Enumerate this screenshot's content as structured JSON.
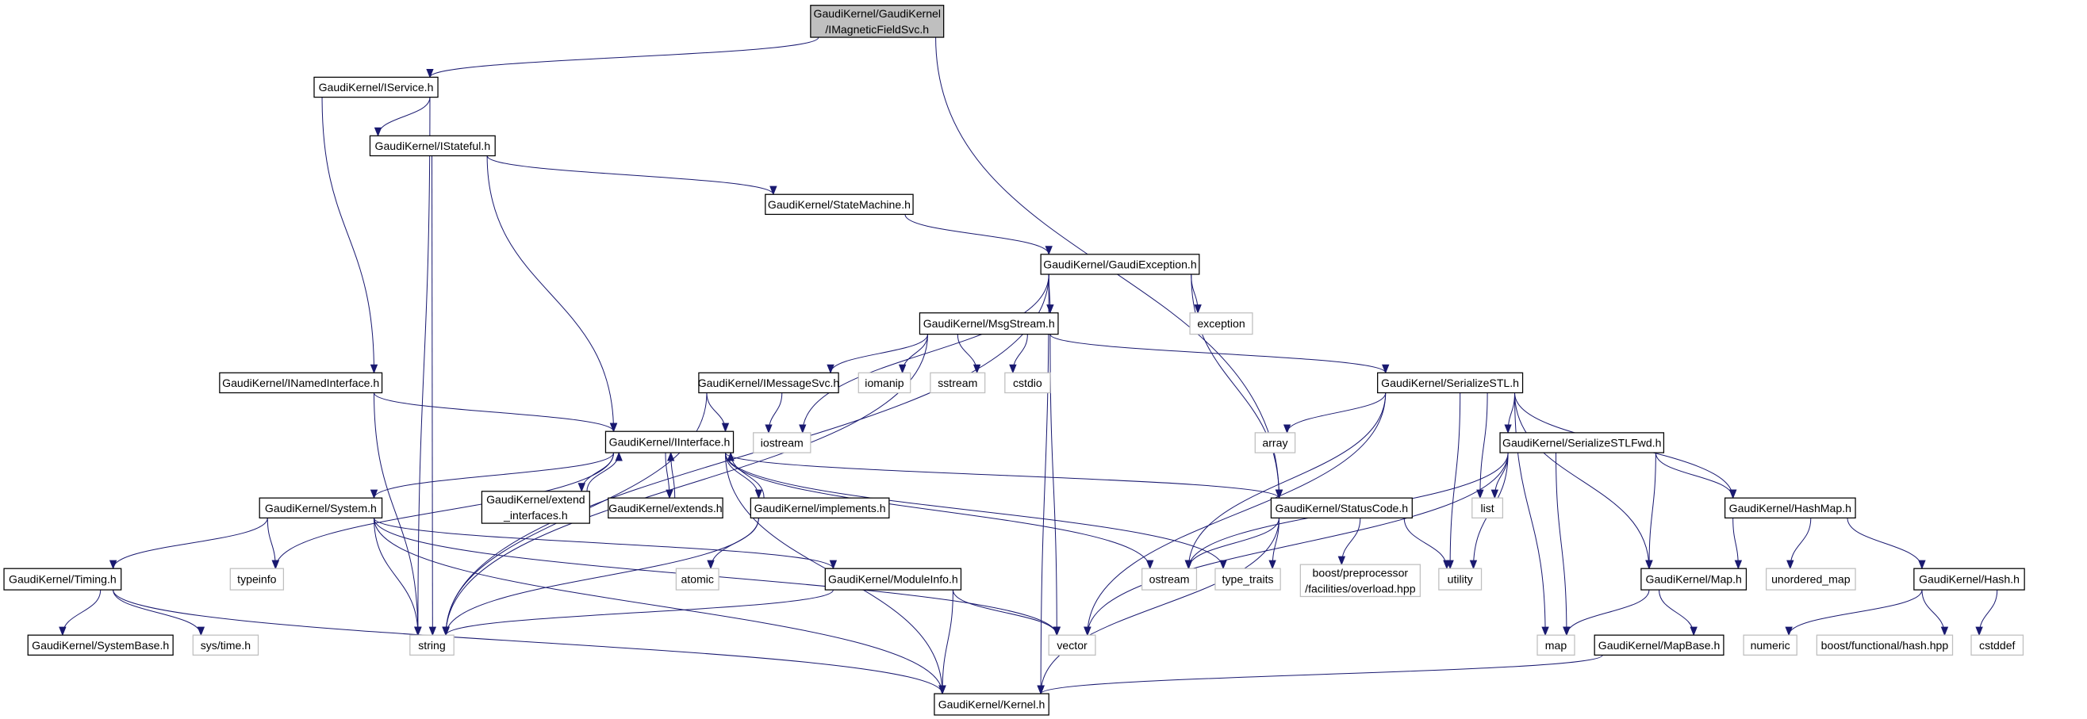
{
  "title_node": "root",
  "colors": {
    "edge": "#191970",
    "root_fill": "#bfbfbf",
    "internal_border": "#000000",
    "external_border": "#bfbfbf"
  },
  "nodes": [
    {
      "id": "root",
      "lines": [
        "GaudiKernel/GaudiKernel",
        "/IMagneticFieldSvc.h"
      ],
      "kind": "root"
    },
    {
      "id": "iservice",
      "lines": [
        "GaudiKernel/IService.h"
      ],
      "kind": "internal"
    },
    {
      "id": "istateful",
      "lines": [
        "GaudiKernel/IStateful.h"
      ],
      "kind": "internal"
    },
    {
      "id": "statemachine",
      "lines": [
        "GaudiKernel/StateMachine.h"
      ],
      "kind": "internal"
    },
    {
      "id": "gaudiexception",
      "lines": [
        "GaudiKernel/GaudiException.h"
      ],
      "kind": "internal"
    },
    {
      "id": "msgstream",
      "lines": [
        "GaudiKernel/MsgStream.h"
      ],
      "kind": "internal"
    },
    {
      "id": "exception",
      "lines": [
        "exception"
      ],
      "kind": "external"
    },
    {
      "id": "inamedinterface",
      "lines": [
        "GaudiKernel/INamedInterface.h"
      ],
      "kind": "internal"
    },
    {
      "id": "imessagesvc",
      "lines": [
        "GaudiKernel/IMessageSvc.h"
      ],
      "kind": "internal"
    },
    {
      "id": "iomanip",
      "lines": [
        "iomanip"
      ],
      "kind": "external"
    },
    {
      "id": "sstream",
      "lines": [
        "sstream"
      ],
      "kind": "external"
    },
    {
      "id": "cstdio",
      "lines": [
        "cstdio"
      ],
      "kind": "external"
    },
    {
      "id": "serializestl",
      "lines": [
        "GaudiKernel/SerializeSTL.h"
      ],
      "kind": "internal"
    },
    {
      "id": "iinterface",
      "lines": [
        "GaudiKernel/IInterface.h"
      ],
      "kind": "internal"
    },
    {
      "id": "iostream",
      "lines": [
        "iostream"
      ],
      "kind": "external"
    },
    {
      "id": "array",
      "lines": [
        "array"
      ],
      "kind": "external"
    },
    {
      "id": "serializestlfwd",
      "lines": [
        "GaudiKernel/SerializeSTLFwd.h"
      ],
      "kind": "internal"
    },
    {
      "id": "system",
      "lines": [
        "GaudiKernel/System.h"
      ],
      "kind": "internal"
    },
    {
      "id": "extend_interfaces",
      "lines": [
        "GaudiKernel/extend",
        "_interfaces.h"
      ],
      "kind": "internal"
    },
    {
      "id": "extends",
      "lines": [
        "GaudiKernel/extends.h"
      ],
      "kind": "internal"
    },
    {
      "id": "implements",
      "lines": [
        "GaudiKernel/implements.h"
      ],
      "kind": "internal"
    },
    {
      "id": "statuscode",
      "lines": [
        "GaudiKernel/StatusCode.h"
      ],
      "kind": "internal"
    },
    {
      "id": "list",
      "lines": [
        "list"
      ],
      "kind": "external"
    },
    {
      "id": "hashmap",
      "lines": [
        "GaudiKernel/HashMap.h"
      ],
      "kind": "internal"
    },
    {
      "id": "timing",
      "lines": [
        "GaudiKernel/Timing.h"
      ],
      "kind": "internal"
    },
    {
      "id": "typeinfo",
      "lines": [
        "typeinfo"
      ],
      "kind": "external"
    },
    {
      "id": "atomic",
      "lines": [
        "atomic"
      ],
      "kind": "external"
    },
    {
      "id": "moduleinfo",
      "lines": [
        "GaudiKernel/ModuleInfo.h"
      ],
      "kind": "internal"
    },
    {
      "id": "ostream",
      "lines": [
        "ostream"
      ],
      "kind": "external"
    },
    {
      "id": "type_traits",
      "lines": [
        "type_traits"
      ],
      "kind": "external"
    },
    {
      "id": "boostpp",
      "lines": [
        "boost/preprocessor",
        "/facilities/overload.hpp"
      ],
      "kind": "external"
    },
    {
      "id": "utility",
      "lines": [
        "utility"
      ],
      "kind": "external"
    },
    {
      "id": "map_h",
      "lines": [
        "GaudiKernel/Map.h"
      ],
      "kind": "internal"
    },
    {
      "id": "unordered_map",
      "lines": [
        "unordered_map"
      ],
      "kind": "external"
    },
    {
      "id": "hash",
      "lines": [
        "GaudiKernel/Hash.h"
      ],
      "kind": "internal"
    },
    {
      "id": "systembase",
      "lines": [
        "GaudiKernel/SystemBase.h"
      ],
      "kind": "internal"
    },
    {
      "id": "systime",
      "lines": [
        "sys/time.h"
      ],
      "kind": "external"
    },
    {
      "id": "string",
      "lines": [
        "string"
      ],
      "kind": "external"
    },
    {
      "id": "vector",
      "lines": [
        "vector"
      ],
      "kind": "external"
    },
    {
      "id": "map",
      "lines": [
        "map"
      ],
      "kind": "external"
    },
    {
      "id": "mapbase",
      "lines": [
        "GaudiKernel/MapBase.h"
      ],
      "kind": "internal"
    },
    {
      "id": "numeric",
      "lines": [
        "numeric"
      ],
      "kind": "external"
    },
    {
      "id": "boostfunc",
      "lines": [
        "boost/functional/hash.hpp"
      ],
      "kind": "external"
    },
    {
      "id": "cstddef",
      "lines": [
        "cstddef"
      ],
      "kind": "external"
    },
    {
      "id": "kernel",
      "lines": [
        "GaudiKernel/Kernel.h"
      ],
      "kind": "internal"
    }
  ],
  "edges": [
    [
      "root",
      "iservice"
    ],
    [
      "root",
      "statuscode"
    ],
    [
      "iservice",
      "string"
    ],
    [
      "iservice",
      "inamedinterface"
    ],
    [
      "iservice",
      "istateful"
    ],
    [
      "istateful",
      "string"
    ],
    [
      "istateful",
      "iinterface"
    ],
    [
      "istateful",
      "statemachine"
    ],
    [
      "statemachine",
      "gaudiexception"
    ],
    [
      "gaudiexception",
      "iostream"
    ],
    [
      "gaudiexception",
      "msgstream"
    ],
    [
      "gaudiexception",
      "string"
    ],
    [
      "gaudiexception",
      "statuscode"
    ],
    [
      "gaudiexception",
      "exception"
    ],
    [
      "gaudiexception",
      "kernel"
    ],
    [
      "msgstream",
      "string"
    ],
    [
      "msgstream",
      "imessagesvc"
    ],
    [
      "msgstream",
      "iomanip"
    ],
    [
      "msgstream",
      "sstream"
    ],
    [
      "msgstream",
      "cstdio"
    ],
    [
      "msgstream",
      "vector"
    ],
    [
      "msgstream",
      "serializestl"
    ],
    [
      "imessagesvc",
      "iinterface"
    ],
    [
      "imessagesvc",
      "iostream"
    ],
    [
      "imessagesvc",
      "string"
    ],
    [
      "inamedinterface",
      "iinterface"
    ],
    [
      "inamedinterface",
      "string"
    ],
    [
      "iinterface",
      "typeinfo"
    ],
    [
      "iinterface",
      "system"
    ],
    [
      "iinterface",
      "extend_interfaces"
    ],
    [
      "iinterface",
      "extends"
    ],
    [
      "iinterface",
      "implements"
    ],
    [
      "iinterface",
      "statuscode"
    ],
    [
      "iinterface",
      "ostream"
    ],
    [
      "iinterface",
      "type_traits"
    ],
    [
      "iinterface",
      "kernel"
    ],
    [
      "extend_interfaces",
      "iinterface"
    ],
    [
      "extends",
      "iinterface"
    ],
    [
      "implements",
      "iinterface"
    ],
    [
      "implements",
      "atomic"
    ],
    [
      "implements",
      "string"
    ],
    [
      "system",
      "timing"
    ],
    [
      "system",
      "typeinfo"
    ],
    [
      "system",
      "string"
    ],
    [
      "system",
      "kernel"
    ],
    [
      "system",
      "moduleinfo"
    ],
    [
      "system",
      "vector"
    ],
    [
      "timing",
      "systembase"
    ],
    [
      "timing",
      "systime"
    ],
    [
      "timing",
      "kernel"
    ],
    [
      "moduleinfo",
      "string"
    ],
    [
      "moduleinfo",
      "vector"
    ],
    [
      "moduleinfo",
      "kernel"
    ],
    [
      "serializestl",
      "array"
    ],
    [
      "serializestl",
      "ostream"
    ],
    [
      "serializestl",
      "vector"
    ],
    [
      "serializestl",
      "list"
    ],
    [
      "serializestl",
      "utility"
    ],
    [
      "serializestl",
      "serializestlfwd"
    ],
    [
      "serializestl",
      "map_h"
    ],
    [
      "serializestl",
      "hashmap"
    ],
    [
      "serializestl",
      "map"
    ],
    [
      "serializestlfwd",
      "ostream"
    ],
    [
      "serializestlfwd",
      "list"
    ],
    [
      "serializestlfwd",
      "utility"
    ],
    [
      "serializestlfwd",
      "vector"
    ],
    [
      "serializestlfwd",
      "map"
    ],
    [
      "serializestlfwd",
      "map_h"
    ],
    [
      "serializestlfwd",
      "hashmap"
    ],
    [
      "statuscode",
      "ostream"
    ],
    [
      "statuscode",
      "type_traits"
    ],
    [
      "statuscode",
      "boostpp"
    ],
    [
      "statuscode",
      "utility"
    ],
    [
      "statuscode",
      "kernel"
    ],
    [
      "hashmap",
      "map_h"
    ],
    [
      "hashmap",
      "unordered_map"
    ],
    [
      "hashmap",
      "hash"
    ],
    [
      "map_h",
      "map"
    ],
    [
      "map_h",
      "mapbase"
    ],
    [
      "mapbase",
      "kernel"
    ],
    [
      "hash",
      "numeric"
    ],
    [
      "hash",
      "boostfunc"
    ],
    [
      "hash",
      "cstddef"
    ]
  ]
}
